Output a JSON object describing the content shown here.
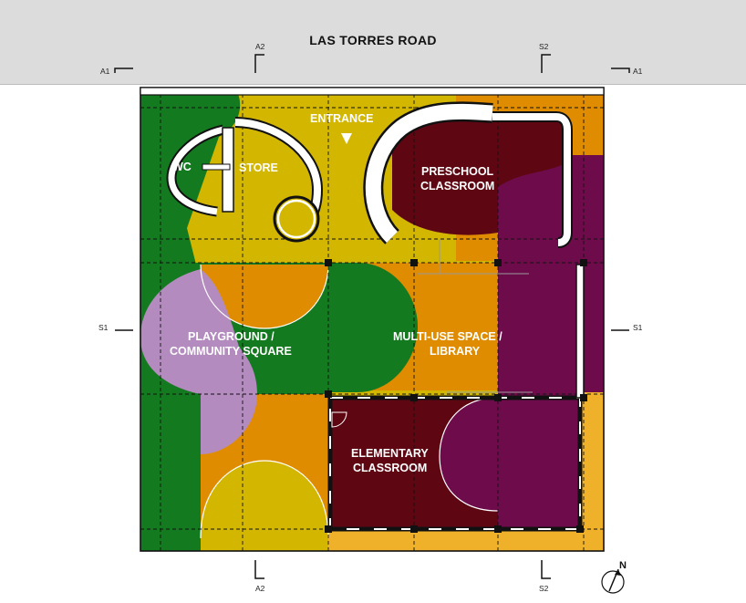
{
  "road_label": "LAS TORRES ROAD",
  "rooms": {
    "entrance": "ENTRANCE",
    "wc": "WC",
    "store": "STORE",
    "preschool_line1": "PRESCHOOL",
    "preschool_line2": "CLASSROOM",
    "playground_line1": "PLAYGROUND /",
    "playground_line2": "COMMUNITY SQUARE",
    "multiuse_line1": "MULTI-USE SPACE /",
    "multiuse_line2": "LIBRARY",
    "elementary_line1": "ELEMENTARY",
    "elementary_line2": "CLASSROOM"
  },
  "section_marks": {
    "a1_left": "A1",
    "a1_right": "A1",
    "a2_top": "A2",
    "a2_bottom": "A2",
    "s2_top": "S2",
    "s2_bottom": "S2",
    "s1_left": "S1",
    "s1_right": "S1"
  },
  "north_label": "N",
  "colors": {
    "dark_green": "#137a1f",
    "mustard": "#d2b600",
    "orange": "#e08c00",
    "light_orange": "#f0b12a",
    "lavender": "#b48bbf",
    "maroon": "#5e0712",
    "purple": "#6e0b4a",
    "road": "#dcdcdc"
  }
}
